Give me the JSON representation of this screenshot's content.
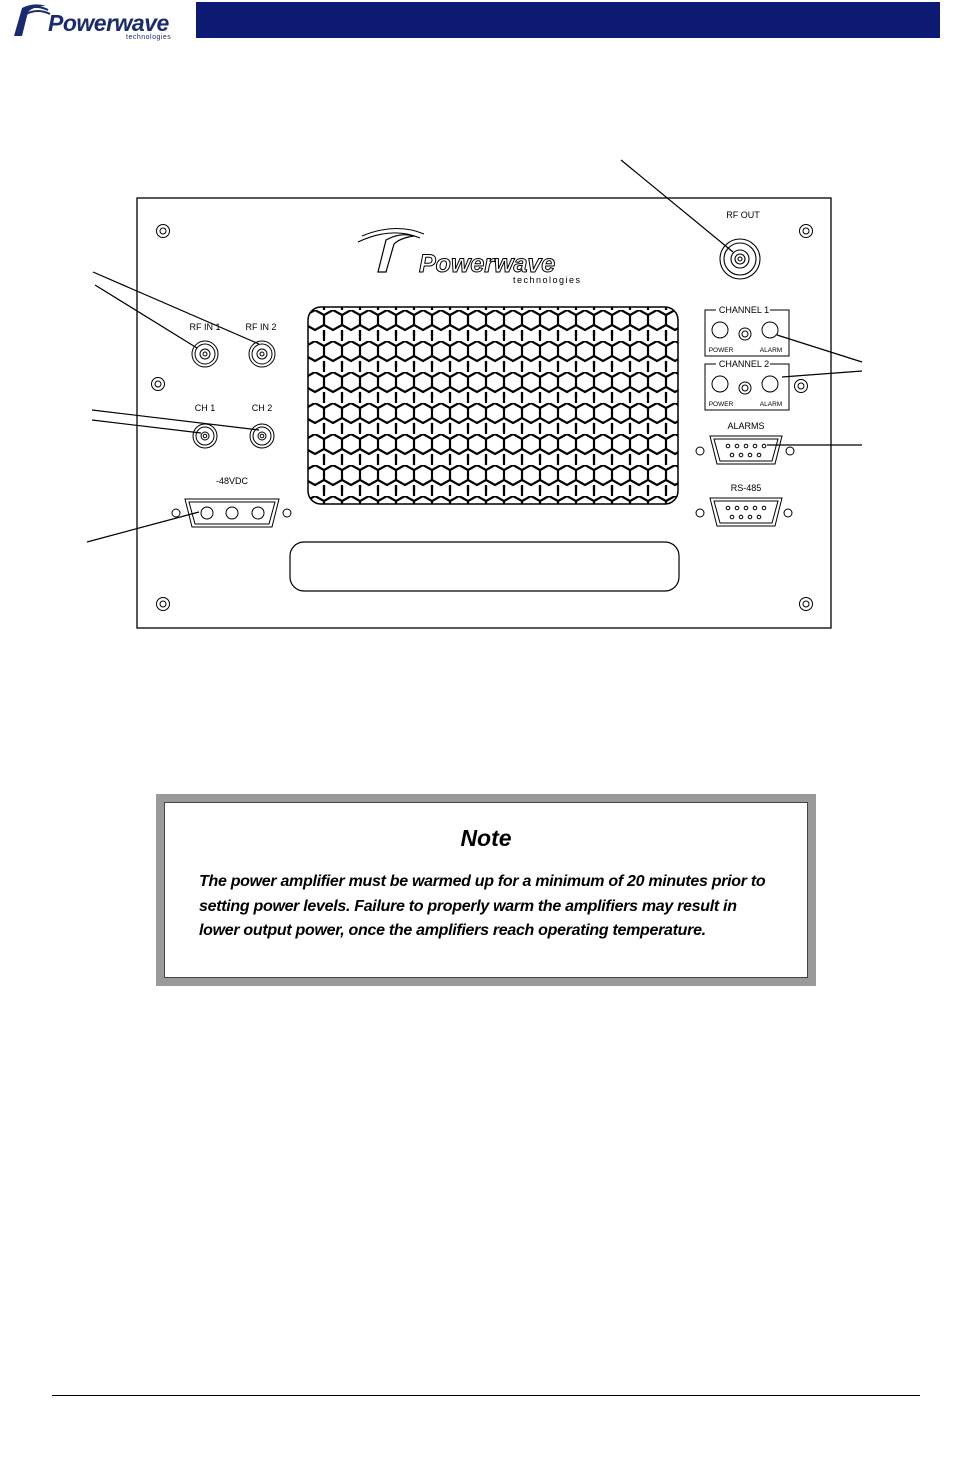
{
  "header": {
    "brand": "Powerwave",
    "brand_sub": "technologies",
    "bar_color": "#0d1a73"
  },
  "panel": {
    "brand": "Powerwave",
    "brand_sub": "technologies",
    "labels": {
      "rf_out": "RF OUT",
      "rf_in_1": "RF IN 1",
      "rf_in_2": "RF IN 2",
      "ch_1": "CH 1",
      "ch_2": "CH 2",
      "dc": "-48VDC",
      "channel_1": "CHANNEL 1",
      "channel_2": "CHANNEL 2",
      "power": "POWER",
      "alarm": "ALARM",
      "alarms": "ALARMS",
      "rs485": "RS-485"
    }
  },
  "note": {
    "title": "Note",
    "body": "The power amplifier must be warmed up for a minimum of 20 minutes prior to setting power levels. Failure to properly warm the amplifiers may result in lower output power, once the amplifiers reach operating temperature."
  }
}
